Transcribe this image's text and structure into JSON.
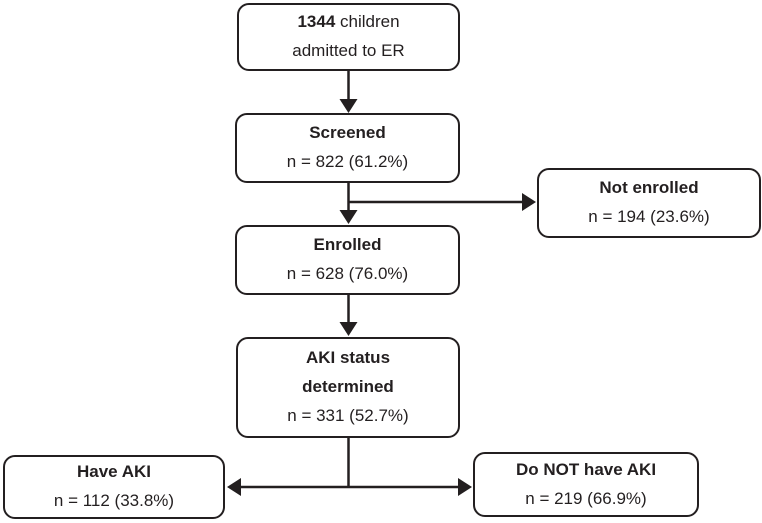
{
  "diagram": {
    "description": "Flowchart of children admitted to ER screened and enrolled for AKI status determination",
    "colors": {
      "line": "#231f20",
      "box_border": "#231f20",
      "box_background": "#ffffff",
      "text": "#231f20"
    },
    "nodes": {
      "admitted": {
        "bold": "1344",
        "rest": " children",
        "line2": "admitted to ER"
      },
      "screened": {
        "title": "Screened",
        "stat": "n = 822 (61.2%)"
      },
      "not_enrolled": {
        "title": "Not enrolled",
        "stat": "n = 194 (23.6%)"
      },
      "enrolled": {
        "title": "Enrolled",
        "stat": "n = 628 (76.0%)"
      },
      "aki_status": {
        "title_line1": "AKI status",
        "title_line2": "determined",
        "stat": "n = 331 (52.7%)"
      },
      "have_aki": {
        "title": "Have AKI",
        "stat": "n = 112 (33.8%)"
      },
      "no_aki": {
        "title": "Do NOT have AKI",
        "stat": "n = 219 (66.9%)"
      }
    }
  }
}
